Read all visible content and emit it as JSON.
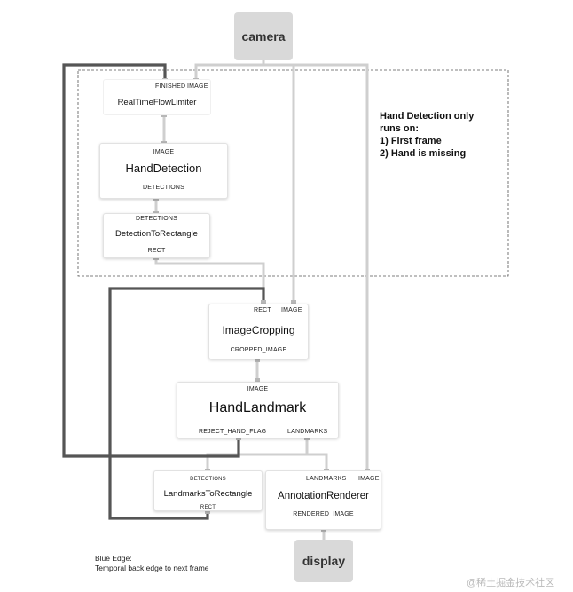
{
  "camera": "camera",
  "display": "display",
  "rtfl": {
    "title": "RealTimeFlowLimiter",
    "in_finished": "FINISHED",
    "in_image": "IMAGE"
  },
  "hand_detection": {
    "title": "HandDetection",
    "in_image": "IMAGE",
    "out_detections": "DETECTIONS"
  },
  "det_to_rect": {
    "title": "DetectionToRectangle",
    "in_detections": "DETECTIONS",
    "out_rect": "RECT"
  },
  "image_cropping": {
    "title": "ImageCropping",
    "in_rect": "RECT",
    "in_image": "IMAGE",
    "out_cropped": "CROPPED_IMAGE"
  },
  "hand_landmark": {
    "title": "HandLandmark",
    "in_image": "IMAGE",
    "out_reject": "REJECT_HAND_FLAG",
    "out_landmarks": "LANDMARKS"
  },
  "landmarks_to_rect": {
    "title": "LandmarksToRectangle",
    "in_detections": "DETECTIONS",
    "out_rect": "RECT"
  },
  "annotation_renderer": {
    "title": "AnnotationRenderer",
    "in_landmarks": "LANDMARKS",
    "in_image": "IMAGE",
    "out_rendered": "RENDERED_IMAGE"
  },
  "note": {
    "line1": "Hand Detection only",
    "line2": "runs on:",
    "line3": "1) First frame",
    "line4": "2) Hand is missing"
  },
  "legend": {
    "line1": "Blue Edge:",
    "line2": "Temporal back edge to next frame"
  },
  "watermark": "@稀土掘金技术社区"
}
